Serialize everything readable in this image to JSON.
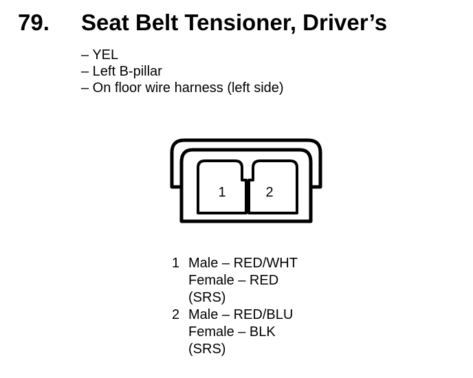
{
  "header": {
    "number": "79.",
    "title": "Seat Belt Tensioner, Driver’s"
  },
  "attributes": [
    "– YEL",
    "– Left B-pillar",
    "– On floor wire harness (left side)"
  ],
  "connector": {
    "pin_labels": [
      "1",
      "2"
    ]
  },
  "pins": [
    {
      "number": "1",
      "lines": [
        "Male – RED/WHT",
        "Female – RED",
        "(SRS)"
      ]
    },
    {
      "number": "2",
      "lines": [
        "Male – RED/BLU",
        "Female – BLK",
        "(SRS)"
      ]
    }
  ]
}
